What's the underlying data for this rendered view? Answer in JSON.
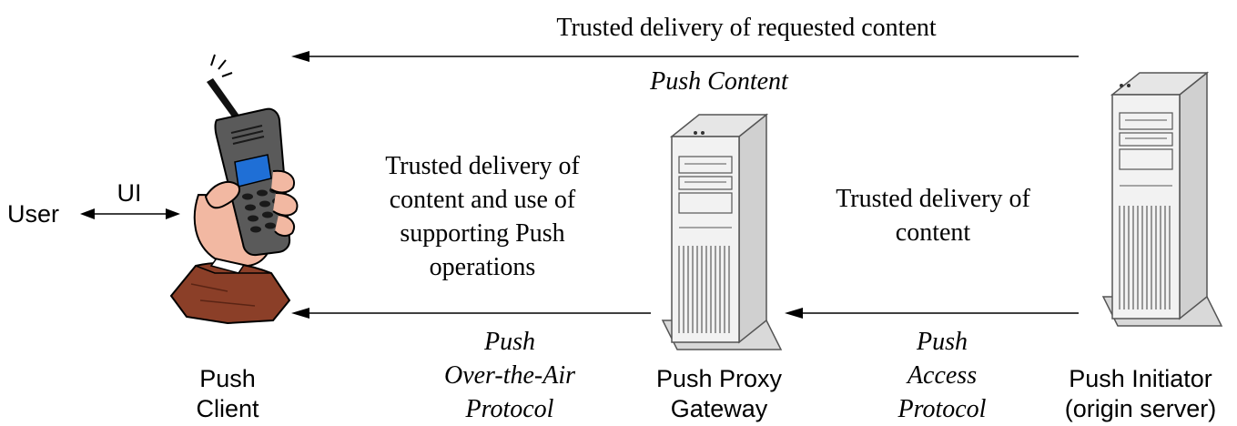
{
  "top_flow": {
    "label": "Trusted delivery of requested content",
    "protocol": "Push Content"
  },
  "ota_flow": {
    "label_lines": [
      "Trusted delivery of",
      "content and use of",
      "supporting Push",
      "operations"
    ],
    "protocol_lines": [
      "Push",
      "Over-the-Air",
      "Protocol"
    ]
  },
  "access_flow": {
    "label_lines": [
      "Trusted delivery of",
      "content"
    ],
    "protocol_lines": [
      "Push",
      "Access",
      "Protocol"
    ]
  },
  "user": {
    "label": "User",
    "ui_label": "UI"
  },
  "nodes": {
    "client": [
      "Push",
      "Client"
    ],
    "proxy": [
      "Push Proxy",
      "Gateway"
    ],
    "initiator": [
      "Push Initiator",
      "(origin server)"
    ]
  },
  "icons": {
    "client": "mobile-phone-in-hand-icon",
    "proxy": "tower-server-icon",
    "initiator": "tower-server-icon"
  },
  "colors": {
    "phone_body": "#5a5a5a",
    "phone_screen": "#1f6fd6",
    "skin": "#f2b8a2",
    "sleeve": "#8b3f28",
    "server_body": "#f2f2f2",
    "server_shade": "#d0d0d0"
  }
}
